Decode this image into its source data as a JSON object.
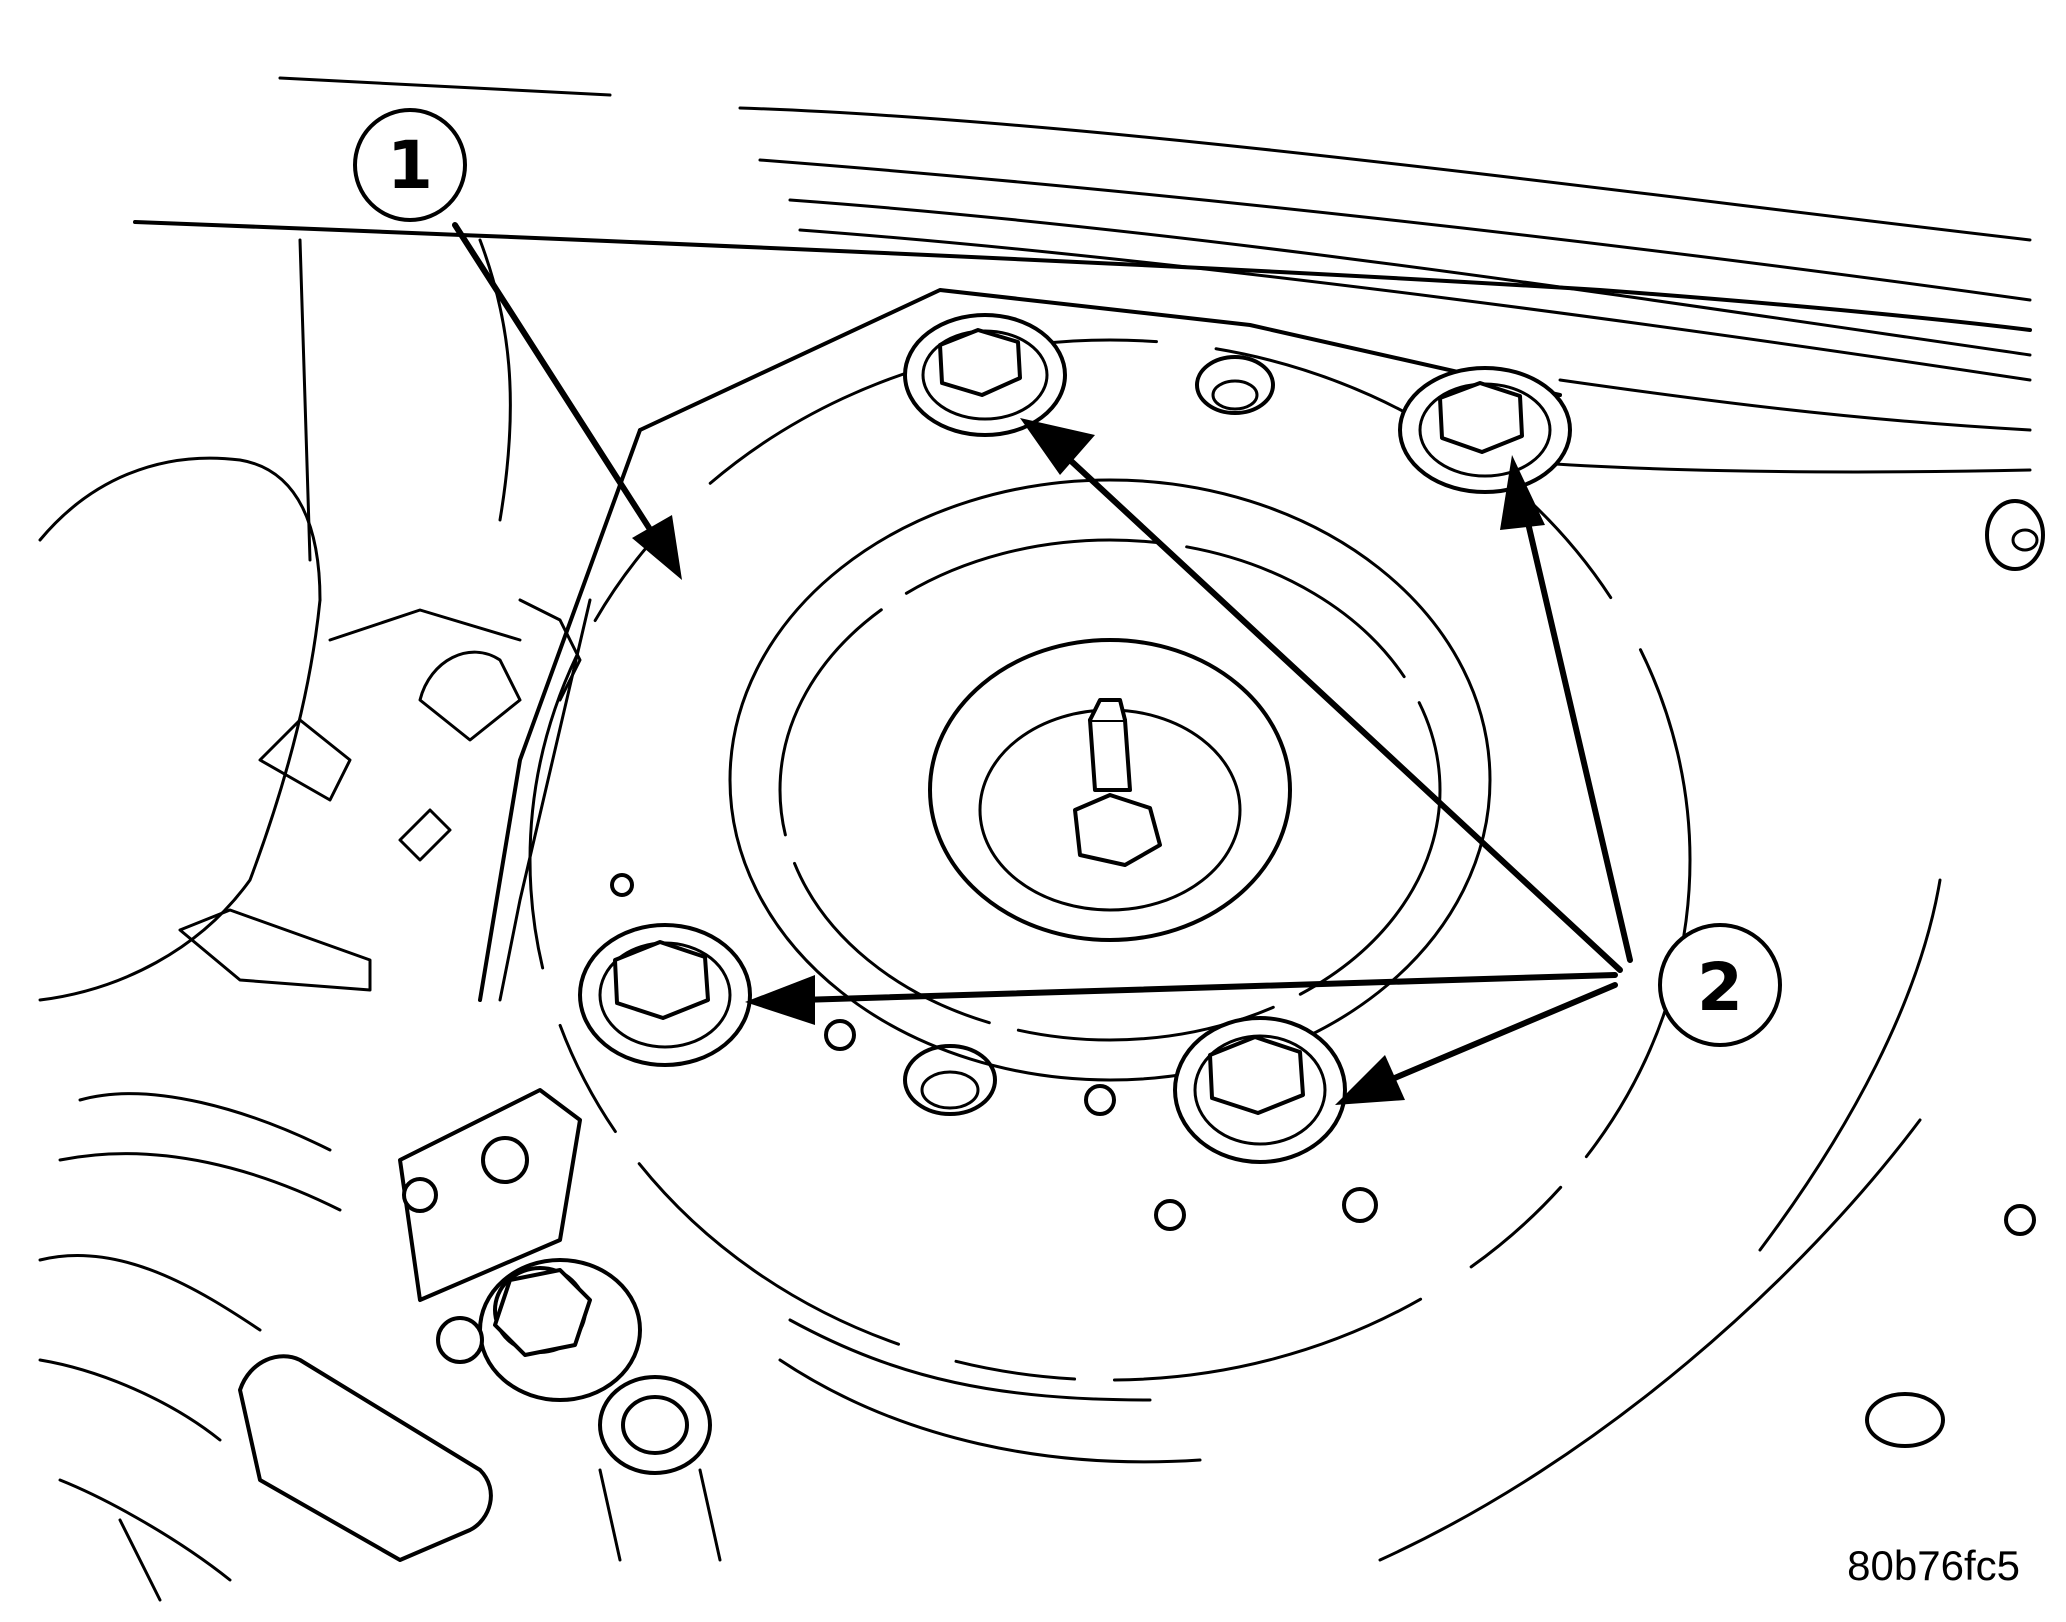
{
  "callouts": {
    "one": "1",
    "two": "2"
  },
  "figure_code": "80b76fc5",
  "colors": {
    "ink": "#000000",
    "paper": "#ffffff"
  }
}
